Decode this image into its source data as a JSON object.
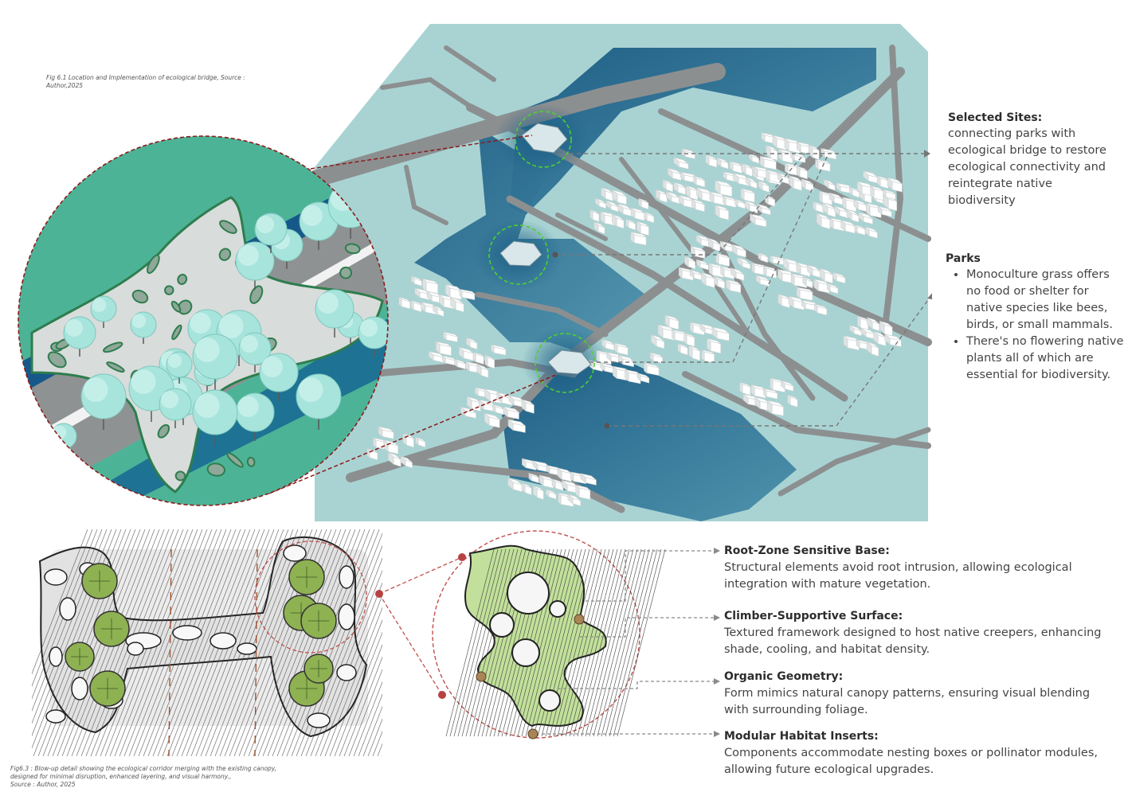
{
  "top_caption": {
    "line1": "Fig 6.1   Location and Implementation of ecological bridge, Source :",
    "line2": "Author,2025"
  },
  "selected_sites": {
    "title": "Selected Sites:",
    "text": " connecting parks with ecological bridge to restore ecological connectivity and reintegrate native biodiversity"
  },
  "parks": {
    "title": "Parks",
    "bullets": [
      "Monoculture grass offers no food or shelter for native species like bees, birds, or small mammals.",
      "There's no flowering native plants  all of which are essential for biodiversity."
    ]
  },
  "features": [
    {
      "title": "Root-Zone Sensitive Base:",
      "text": " Structural elements avoid root intrusion, allowing ecological integration with mature vegetation."
    },
    {
      "title": "Climber-Supportive Surface:",
      "text": " Textured framework designed to host native creepers, enhancing shade, cooling, and habitat density."
    },
    {
      "title": "Organic Geometry:",
      "text": "Form mimics natural canopy patterns, ensuring visual blending with surrounding foliage."
    },
    {
      "title": "Modular Habitat Inserts:",
      "text": "Components accommodate nesting boxes or pollinator modules, allowing future ecological upgrades."
    }
  ],
  "bottom_caption": {
    "line1": "Fig6.3 : Blow-up detail showing the ecological corridor merging with the existing canopy,",
    "line2": "designed for minimal disruption, enhanced layering, and visual harmony.,",
    "line3": "Source : Author, 2025"
  },
  "colors": {
    "land": "#a9d2d2",
    "water": "#2f7fa0",
    "road": "#8b8f90",
    "building": "#f4f4f4",
    "circle_bg": "#4db397",
    "dashed_red": "#8b1c1c",
    "green_ring": "#4cd22c",
    "tree": "#8eb152"
  }
}
